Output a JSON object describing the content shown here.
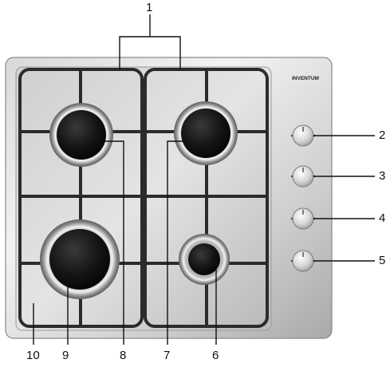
{
  "brand": "INVENTUM",
  "callouts": {
    "c1": "1",
    "c2": "2",
    "c3": "3",
    "c4": "4",
    "c5": "5",
    "c6": "6",
    "c7": "7",
    "c8": "8",
    "c9": "9",
    "c10": "10"
  },
  "colors": {
    "steel_light": "#e6e6e6",
    "steel_dark": "#9a9a9a",
    "grate": "#2b2b2b",
    "burner_cap": "#141414",
    "knob": "#d8d8d8"
  }
}
